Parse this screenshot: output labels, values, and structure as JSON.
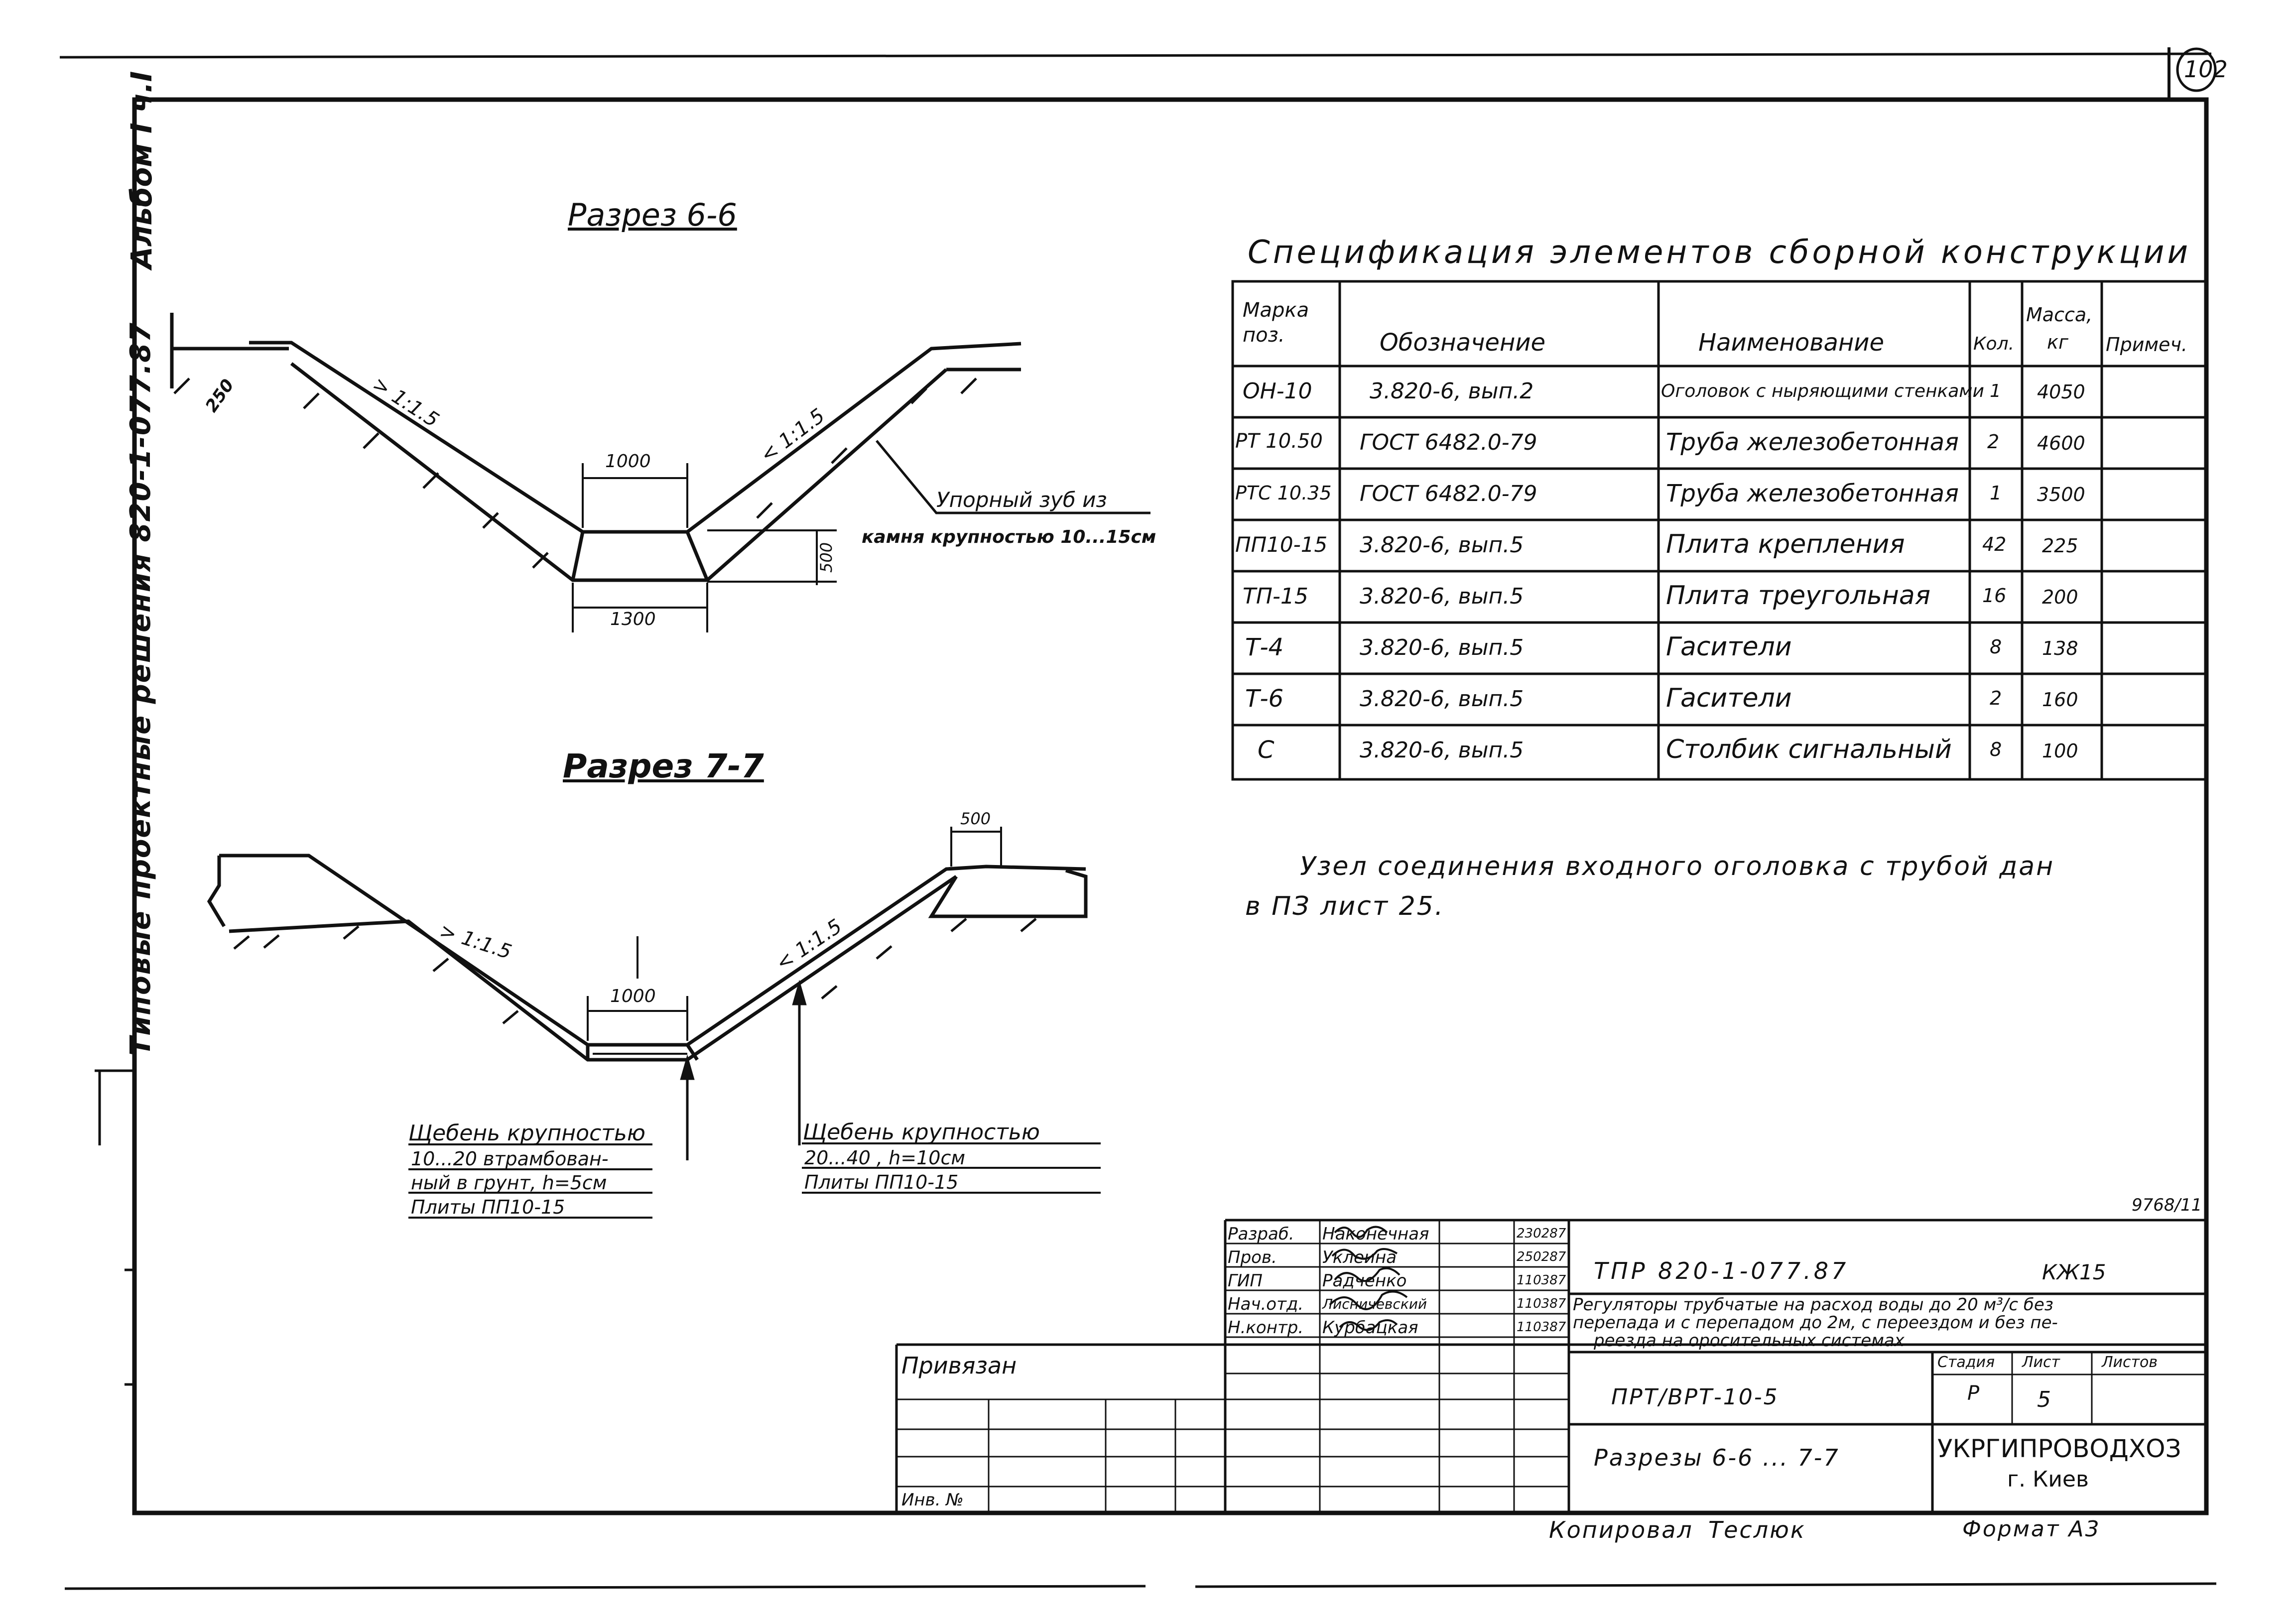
{
  "page_number": "102",
  "side_labels": {
    "album": "Альбом I ч.I",
    "series": "Типовые проектные решения 820-1-077.87"
  },
  "section_6": {
    "title": "Разрез 6-6",
    "slope_left": "1:1.5",
    "slope_right": "1:1.5",
    "dim_250": "250",
    "dim_1000": "1000",
    "dim_1300": "1300",
    "dim_500": "500",
    "note_line1": "Упорный зуб из",
    "note_line2": "камня крупностью 10...15см"
  },
  "section_7": {
    "title": "Разрез 7-7",
    "slope_left": "1:1.5",
    "slope_right": "1:1.5",
    "dim_1000": "1000",
    "dim_500": "500",
    "left_note": {
      "line1": "Щебень крупностью",
      "line2": "10...20   втрамбован-",
      "line3": "ный в грунт, h=5см",
      "line4": "Плиты ПП10-15"
    },
    "right_note": {
      "line1": "Щебень крупностью",
      "line2": "20...40   , h=10см",
      "line3": "Плиты ПП10-15"
    }
  },
  "spec": {
    "title": "Спецификация элементов сборной конструкции",
    "headers": {
      "mark_line1": "Марка",
      "mark_line2": "поз.",
      "designation": "Обозначение",
      "name": "Наименование",
      "qty": "Кол.",
      "mass_line1": "Масса,",
      "mass_line2": "кг",
      "note": "Примеч."
    },
    "rows": [
      {
        "mark": "ОН-10",
        "designation": "3.820-6, вып.2",
        "name": "Оголовок с ныряющими стенками",
        "qty": "1",
        "mass": "4050"
      },
      {
        "mark": "РТ 10.50",
        "designation": "ГОСТ 6482.0-79",
        "name": "Труба железобетонная",
        "qty": "2",
        "mass": "4600"
      },
      {
        "mark": "РТС 10.35",
        "designation": "ГОСТ 6482.0-79",
        "name": "Труба железобетонная",
        "qty": "1",
        "mass": "3500"
      },
      {
        "mark": "ПП10-15",
        "designation": "3.820-6, вып.5",
        "name": "Плита крепления",
        "qty": "42",
        "mass": "225"
      },
      {
        "mark": "ТП-15",
        "designation": "3.820-6, вып.5",
        "name": "Плита треугольная",
        "qty": "16",
        "mass": "200"
      },
      {
        "mark": "Т-4",
        "designation": "3.820-6, вып.5",
        "name": "Гасители",
        "qty": "8",
        "mass": "138"
      },
      {
        "mark": "Т-6",
        "designation": "3.820-6, вып.5",
        "name": "Гасители",
        "qty": "2",
        "mass": "160"
      },
      {
        "mark": "С",
        "designation": "3.820-6, вып.5",
        "name": "Столбик сигнальный",
        "qty": "8",
        "mass": "100"
      }
    ]
  },
  "note": {
    "line1": "Узел соединения входного оголовка с трубой дан",
    "line2": "в ПЗ лист 25."
  },
  "inventory_code": "9768/11",
  "title_block": {
    "people": [
      {
        "role": "Разраб.",
        "name": "Наконечная",
        "date": "230287"
      },
      {
        "role": "Пров.",
        "name": "Уклеина",
        "date": "250287"
      },
      {
        "role": "ГИП",
        "name": "Радченко",
        "date": "110387"
      },
      {
        "role": "Нач.отд.",
        "name": "Лисничевский",
        "date": "110387"
      },
      {
        "role": "Н.контр.",
        "name": "Курбацкая",
        "date": "110387"
      }
    ],
    "doc_code": "ТПР 820-1-077.87",
    "sheet_code": "КЖ15",
    "description_line1": "Регуляторы трубчатые на расход воды до 20 м³/с без",
    "description_line2": "перепада и с перепадом до 2м, с переездом и без пе-",
    "description_line3": "реезда на оросительных системах",
    "stage_label": "Стадия",
    "sheet_label": "Лист",
    "sheets_label": "Листов",
    "stage": "Р",
    "sheet": "5",
    "part_code": "ПРТ/ВРТ-10-5",
    "sheet_title": "Разрезы 6-6 ... 7-7",
    "organization_line1": "УКРГИПРОВОДХОЗ",
    "organization_line2": "г. Киев",
    "attached_label": "Привязан",
    "inv_label": "Инв. №"
  },
  "footer": {
    "copied": "Копировал",
    "copier": "Теслюк",
    "format": "Формат А3"
  }
}
